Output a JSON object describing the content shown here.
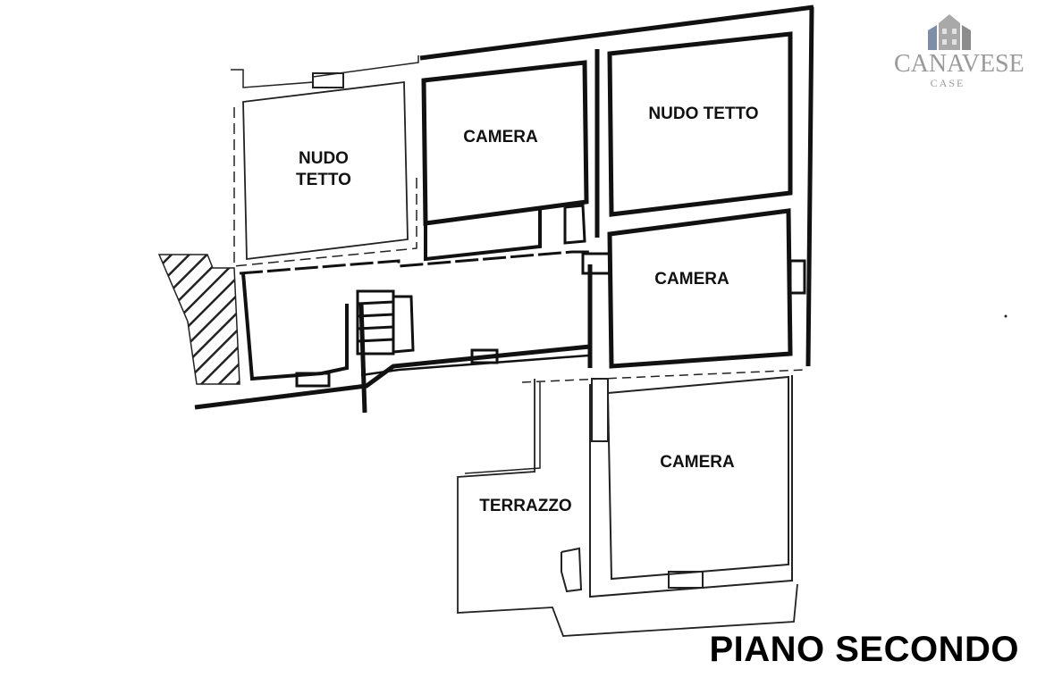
{
  "logo": {
    "brand": "CANAVESE",
    "sub": "CASE"
  },
  "rooms": {
    "nudo_tetto_left_line1": "NUDO",
    "nudo_tetto_left_line2": "TETTO",
    "camera_top": "CAMERA",
    "nudo_tetto_right": "NUDO TETTO",
    "camera_middle": "CAMERA",
    "camera_bottom": "CAMERA",
    "terrazzo": "TERRAZZO"
  },
  "floor_title": "PIANO SECONDO",
  "colors": {
    "wall": "#111111",
    "logo_gray": "#9a9a9a",
    "hatch": "#222222"
  }
}
